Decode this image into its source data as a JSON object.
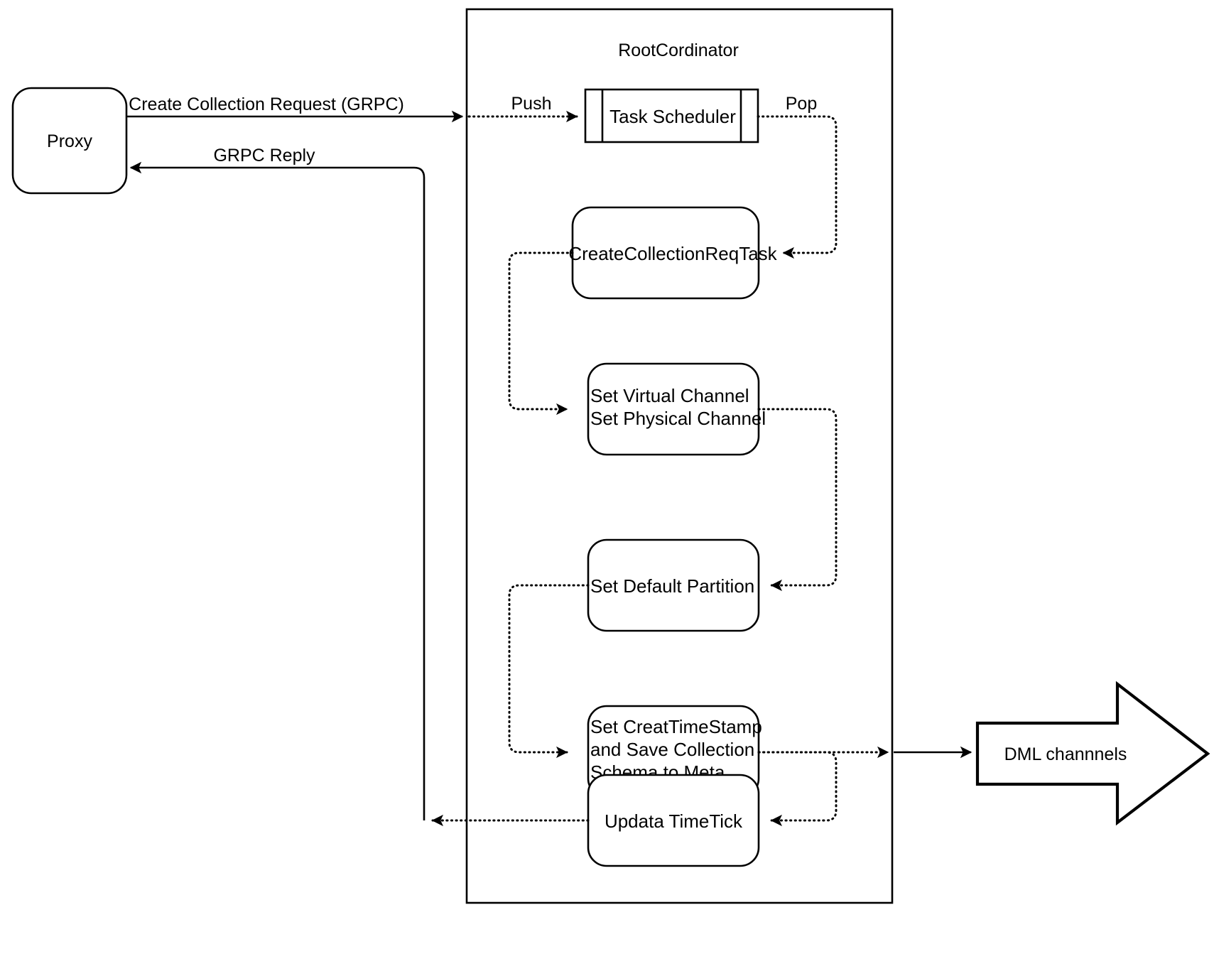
{
  "diagram": {
    "title": "RootCordinator",
    "container_label": "RootCordinator",
    "nodes": {
      "proxy": {
        "label": "Proxy",
        "shape": "rounded-rect"
      },
      "task_scheduler": {
        "label": "Task Scheduler",
        "shape": "process-queue"
      },
      "create_collection_req_task": {
        "label": "CreateCollectionReqTask",
        "shape": "rounded-rect"
      },
      "set_channels": {
        "line1": "Set Virtual Channel",
        "line2": "Set Physical Channel",
        "shape": "rounded-rect"
      },
      "set_default_partition": {
        "label": "Set Default Partition",
        "shape": "rounded-rect"
      },
      "set_create_timestamp": {
        "line1": "Set CreatTimeStamp",
        "line2": "and Save Collection",
        "line3": "Schema to Meta",
        "shape": "rounded-rect"
      },
      "update_timetick": {
        "label": "Updata TimeTick",
        "shape": "rounded-rect"
      },
      "dml_channels": {
        "label": "DML channnels",
        "shape": "block-arrow-right"
      }
    },
    "edges": {
      "create_collection_request": {
        "label": "Create Collection Request (GRPC)",
        "style": "solid",
        "direction": "right"
      },
      "grpc_reply": {
        "label": "GRPC Reply",
        "style": "solid",
        "direction": "left"
      },
      "push": {
        "label": "Push",
        "style": "dotted",
        "direction": "right"
      },
      "pop": {
        "label": "Pop",
        "style": "dotted",
        "direction": "left"
      },
      "task_to_channels": {
        "label": "",
        "style": "dotted",
        "direction": "right"
      },
      "channels_to_partition": {
        "label": "",
        "style": "dotted",
        "direction": "left"
      },
      "partition_to_timestamp": {
        "label": "",
        "style": "dotted",
        "direction": "right"
      },
      "timestamp_to_dml": {
        "label": "",
        "style": "solid",
        "direction": "right"
      },
      "timestamp_to_timetick": {
        "label": "",
        "style": "dotted",
        "direction": "left"
      },
      "timetick_to_reply": {
        "label": "",
        "style": "dotted",
        "direction": "left"
      }
    },
    "colors": {
      "stroke": "#000000",
      "fill": "#ffffff",
      "background": "#ffffff"
    }
  }
}
